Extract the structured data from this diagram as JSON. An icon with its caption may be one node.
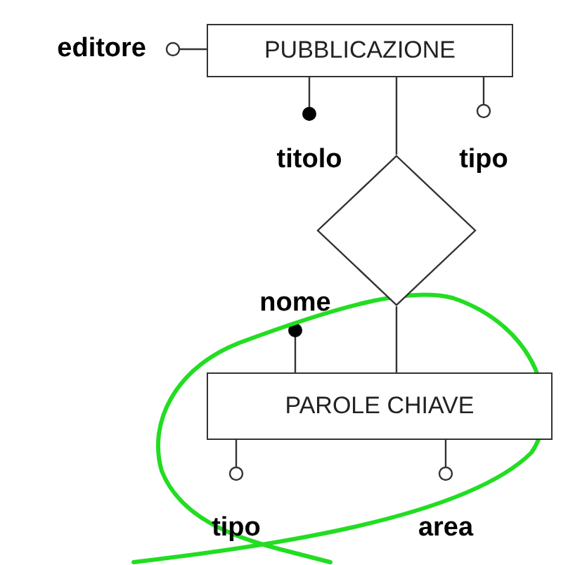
{
  "diagram": {
    "nodes": [
      {
        "text": [
          "PUBBLICAZIONE"
        ]
      },
      {
        "text": [
          "editore"
        ]
      },
      {
        "text": [
          "titolo"
        ]
      },
      {
        "text": [
          "tipo"
        ]
      },
      {
        "text": [],
        "shape": "diamond"
      },
      {
        "text": [
          "nome"
        ]
      },
      {
        "text": [
          "PAROLE CHIAVE"
        ]
      },
      {
        "text": [
          "tipo"
        ]
      },
      {
        "text": [
          "area"
        ]
      }
    ],
    "edges": [
      {
        "from": 0,
        "to": 1,
        "arrow": "other"
      },
      {
        "from": 0,
        "to": 2,
        "arrow": "other"
      },
      {
        "from": 0,
        "to": 3,
        "arrow": "other"
      },
      {
        "from": 0,
        "to": 4,
        "arrow": "none"
      },
      {
        "from": 4,
        "to": 6,
        "arrow": "none"
      },
      {
        "from": 6,
        "to": 5,
        "arrow": "other"
      },
      {
        "from": 6,
        "to": 7,
        "arrow": "other"
      },
      {
        "from": 6,
        "to": 8,
        "arrow": "other"
      }
    ]
  }
}
